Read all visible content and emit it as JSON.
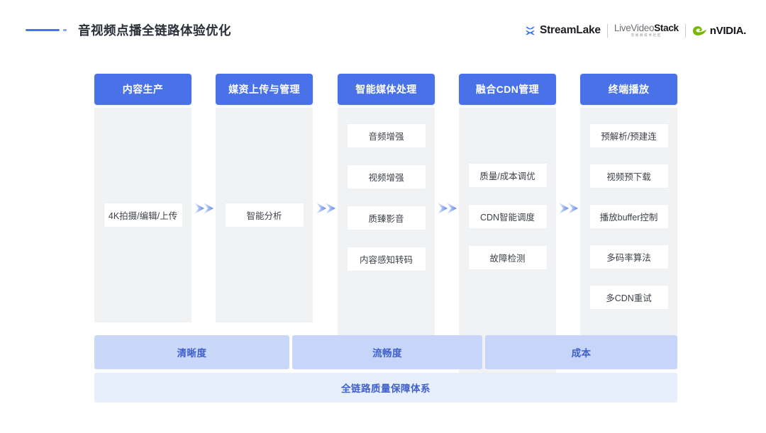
{
  "header": {
    "title": "音视频点播全链路体验优化",
    "rule_color": "#4a76ea",
    "logos": [
      {
        "name": "StreamLake",
        "text": "StreamLake",
        "mark_color": "#2f6df0"
      },
      {
        "name": "LiveVideoStack",
        "text_light": "iveVide",
        "text_pre": "L",
        "text_bold": "Stack",
        "text_mid": "o",
        "subtitle": "音视频技术社区"
      },
      {
        "name": "NVIDIA",
        "text": "nVIDIA.",
        "mark_color": "#76b900"
      }
    ]
  },
  "pipeline": {
    "accent": "#4a72e8",
    "body_bg": "#f1f2f4",
    "stages": [
      {
        "header": "内容生产",
        "items": [
          "4K拍摄/编辑/上传"
        ]
      },
      {
        "header": "媒资上传与管理",
        "items": [
          "智能分析"
        ]
      },
      {
        "header": "智能媒体处理",
        "items": [
          "音频增强",
          "视频增强",
          "质臻影音",
          "内容感知转码"
        ]
      },
      {
        "header": "融合CDN管理",
        "items": [
          "质量/成本调优",
          "CDN智能调度",
          "故障检测"
        ]
      },
      {
        "header": "终端播放",
        "items": [
          "预解析/预建连",
          "视频预下载",
          "播放buffer控制",
          "多码率算法",
          "多CDN重试"
        ]
      }
    ],
    "arrow_count": 4,
    "arrow_color": "#7d9bf0"
  },
  "metrics": {
    "bars": [
      {
        "label": "清晰度",
        "color": "#c9d7f8"
      },
      {
        "label": "流畅度",
        "color": "#c6d5f9"
      },
      {
        "label": "成本",
        "color": "#c6d5f9"
      }
    ],
    "text_color": "#3f61c9"
  },
  "footer": {
    "label": "全链路质量保障体系",
    "bg": "#e8effc"
  }
}
